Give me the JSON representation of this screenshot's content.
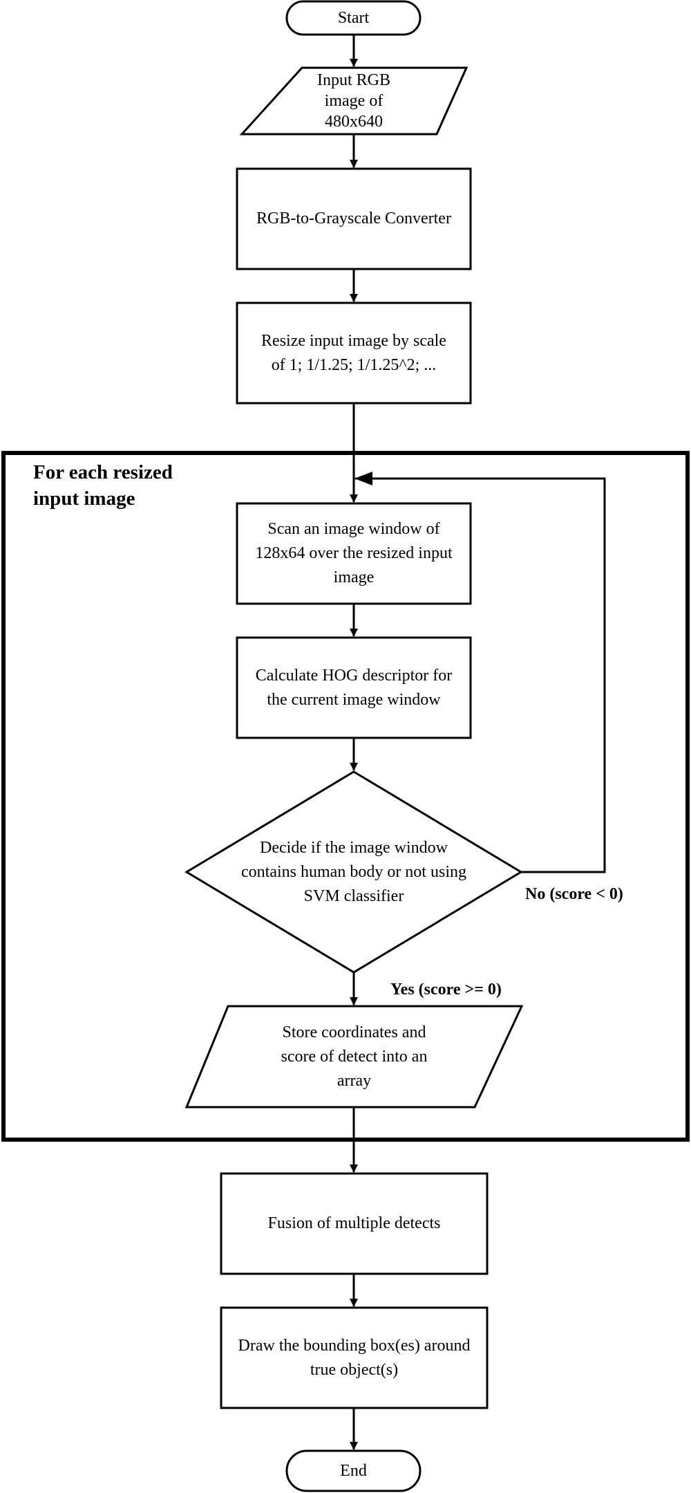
{
  "flowchart": {
    "start": "Start",
    "input_image": "Input RGB\nimage of\n480x640",
    "grayscale": "RGB-to-Grayscale Converter",
    "resize": "Resize input image by scale\nof 1; 1/1.25; 1/1.25^2; ...",
    "loop_title": "For each resized\ninput image",
    "scan": "Scan an image window of\n128x64 over the resized input\nimage",
    "hog": "Calculate HOG descriptor for\nthe current image window",
    "decision": "Decide if the image window\ncontains human body or not using\nSVM classifier",
    "no_branch": "No (score < 0)",
    "yes_branch": "Yes (score >= 0)",
    "store": "Store coordinates and\nscore of detect into an\narray",
    "fusion": "Fusion of multiple detects",
    "draw": "Draw the bounding box(es) around\ntrue object(s)",
    "end": "End"
  }
}
